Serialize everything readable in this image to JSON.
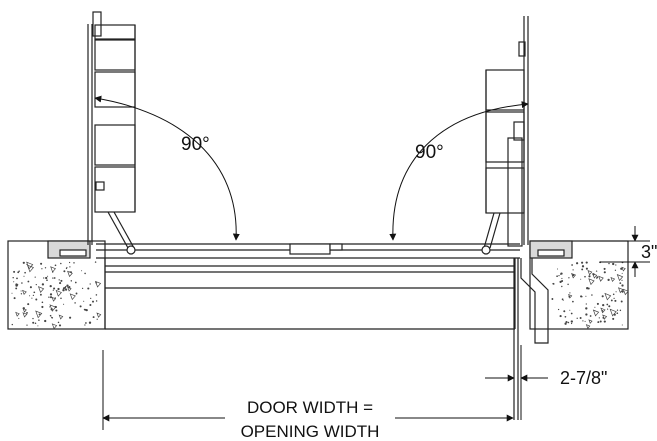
{
  "annotations": {
    "left_angle": "90°",
    "right_angle": "90°",
    "depth_dim": "3\"",
    "offset_dim": "2-7/8\"",
    "width_line1": "DOOR WIDTH =",
    "width_line2": "OPENING WIDTH"
  },
  "colors": {
    "line": "#222222",
    "concrete_fill": "#ffffff",
    "frame_fill": "#d9d9d9"
  }
}
